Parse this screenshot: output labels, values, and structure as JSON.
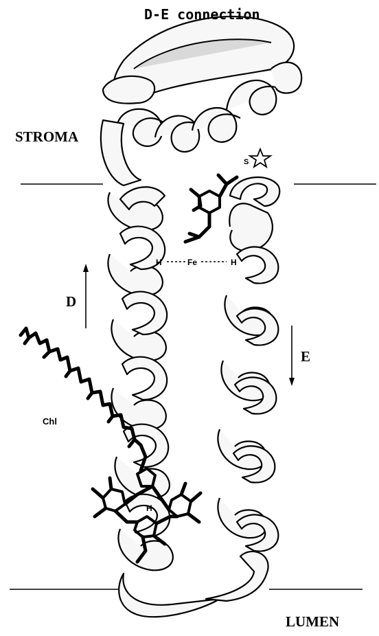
{
  "labels": {
    "title": "D-E connection",
    "stroma": "STROMA",
    "lumen": "LUMEN",
    "helix_d": "D",
    "helix_e": "E",
    "chl": "Chl",
    "his_left": "H",
    "his_right": "H",
    "iron": "Fe",
    "his_chl": "H",
    "sulfur": "S"
  },
  "colors": {
    "ink": "#000000",
    "paper": "#ffffff",
    "ribbon_front": "#f7f7f7",
    "ribbon_back": "#d9d9d9"
  },
  "icons": {
    "star": "star-icon"
  }
}
